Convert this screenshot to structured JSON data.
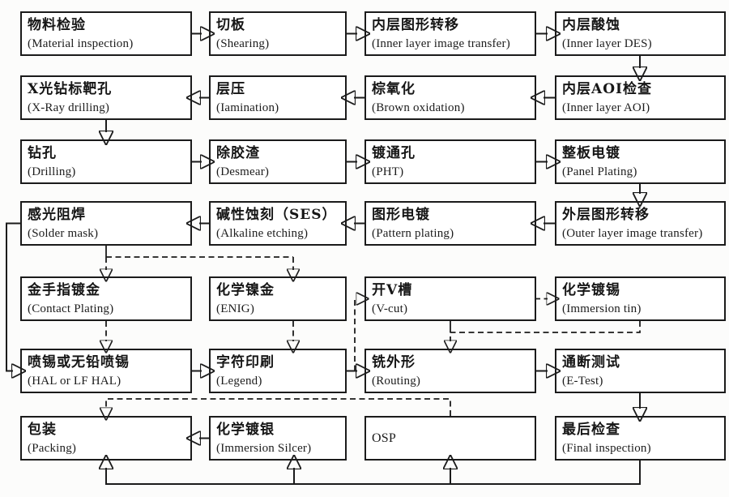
{
  "diagram_type": "flowchart",
  "palette": {
    "line": "#1b1b1b",
    "box_background": "#ffffff",
    "page_background": "#fcfcfb"
  },
  "boxes": [
    {
      "id": "material-inspection",
      "zh": "物料检验",
      "en": "(Material inspection)"
    },
    {
      "id": "shearing",
      "zh": "切板",
      "en": "(Shearing)"
    },
    {
      "id": "inner-layer-image-transfer",
      "zh": "内层图形转移",
      "en": "(Inner layer image transfer)"
    },
    {
      "id": "inner-layer-des",
      "zh": "内层酸蚀",
      "en": "(Inner layer DES)"
    },
    {
      "id": "x-ray-drilling",
      "zh": "X光钻标靶孔",
      "en": "(X-Ray drilling)"
    },
    {
      "id": "lamination",
      "zh": "层压",
      "en": "(Iamination)"
    },
    {
      "id": "brown-oxidation",
      "zh": "棕氧化",
      "en": "(Brown oxidation)"
    },
    {
      "id": "inner-layer-aoi",
      "zh": "内层AOI检查",
      "en": "(Inner layer AOI)"
    },
    {
      "id": "drilling",
      "zh": "钻孔",
      "en": "(Drilling)"
    },
    {
      "id": "desmear",
      "zh": "除胶渣",
      "en": "(Desmear)"
    },
    {
      "id": "pht",
      "zh": "镀通孔",
      "en": "(PHT)"
    },
    {
      "id": "panel-plating",
      "zh": "整板电镀",
      "en": "(Panel Plating)"
    },
    {
      "id": "solder-mask",
      "zh": "感光阻焊",
      "en": "(Solder mask)"
    },
    {
      "id": "alkaline-etching",
      "zh": "碱性蚀刻（SES）",
      "en": "(Alkaline etching)"
    },
    {
      "id": "pattern-plating",
      "zh": "图形电镀",
      "en": "(Pattern plating)"
    },
    {
      "id": "outer-layer-image-transfer",
      "zh": "外层图形转移",
      "en": "(Outer layer image transfer)"
    },
    {
      "id": "contact-plating",
      "zh": "金手指镀金",
      "en": "(Contact Plating)"
    },
    {
      "id": "enig",
      "zh": "化学镍金",
      "en": "(ENIG)"
    },
    {
      "id": "v-cut",
      "zh": "开V槽",
      "en": "(V-cut)"
    },
    {
      "id": "immersion-tin",
      "zh": "化学镀锡",
      "en": "(Immersion tin)"
    },
    {
      "id": "hal",
      "zh": "喷锡或无铅喷锡",
      "en": "(HAL or LF HAL)"
    },
    {
      "id": "legend",
      "zh": "字符印刷",
      "en": "(Legend)"
    },
    {
      "id": "routing",
      "zh": "铣外形",
      "en": "(Routing)"
    },
    {
      "id": "e-test",
      "zh": "通断测试",
      "en": "(E-Test)"
    },
    {
      "id": "packing",
      "zh": "包装",
      "en": "(Packing)"
    },
    {
      "id": "immersion-silver",
      "zh": "化学镀银",
      "en": "(Immersion Silcer)"
    },
    {
      "id": "osp",
      "zh": "",
      "en": "OSP"
    },
    {
      "id": "final-inspection",
      "zh": "最后检查",
      "en": "(Final inspection)"
    }
  ],
  "connections": [
    {
      "from": "material-inspection",
      "to": "shearing",
      "style": "solid"
    },
    {
      "from": "shearing",
      "to": "inner-layer-image-transfer",
      "style": "solid"
    },
    {
      "from": "inner-layer-image-transfer",
      "to": "inner-layer-des",
      "style": "solid"
    },
    {
      "from": "inner-layer-des",
      "to": "inner-layer-aoi",
      "style": "solid"
    },
    {
      "from": "inner-layer-aoi",
      "to": "brown-oxidation",
      "style": "solid"
    },
    {
      "from": "brown-oxidation",
      "to": "lamination",
      "style": "solid"
    },
    {
      "from": "lamination",
      "to": "x-ray-drilling",
      "style": "solid"
    },
    {
      "from": "x-ray-drilling",
      "to": "drilling",
      "style": "solid"
    },
    {
      "from": "drilling",
      "to": "desmear",
      "style": "solid"
    },
    {
      "from": "desmear",
      "to": "pht",
      "style": "solid"
    },
    {
      "from": "pht",
      "to": "panel-plating",
      "style": "solid"
    },
    {
      "from": "panel-plating",
      "to": "outer-layer-image-transfer",
      "style": "solid"
    },
    {
      "from": "outer-layer-image-transfer",
      "to": "pattern-plating",
      "style": "solid"
    },
    {
      "from": "pattern-plating",
      "to": "alkaline-etching",
      "style": "solid"
    },
    {
      "from": "alkaline-etching",
      "to": "solder-mask",
      "style": "solid"
    },
    {
      "from": "solder-mask",
      "to": "hal",
      "style": "solid"
    },
    {
      "from": "solder-mask",
      "to": "contact-plating",
      "style": "dashed"
    },
    {
      "from": "solder-mask",
      "to": "enig",
      "style": "dashed"
    },
    {
      "from": "contact-plating",
      "to": "hal",
      "style": "dashed"
    },
    {
      "from": "enig",
      "to": "legend",
      "style": "dashed"
    },
    {
      "from": "hal",
      "to": "legend",
      "style": "solid"
    },
    {
      "from": "legend",
      "to": "routing",
      "style": "solid"
    },
    {
      "from": "legend",
      "to": "v-cut",
      "style": "dashed"
    },
    {
      "from": "v-cut",
      "to": "immersion-tin",
      "style": "dashed"
    },
    {
      "from": "v-cut",
      "to": "routing",
      "style": "solid"
    },
    {
      "from": "immersion-tin",
      "to": "routing",
      "style": "dashed"
    },
    {
      "from": "routing",
      "to": "e-test",
      "style": "solid"
    },
    {
      "from": "e-test",
      "to": "final-inspection",
      "style": "solid"
    },
    {
      "from": "final-inspection",
      "to": "packing",
      "style": "solid"
    },
    {
      "from": "final-inspection",
      "to": "immersion-silver",
      "style": "solid"
    },
    {
      "from": "final-inspection",
      "to": "osp",
      "style": "solid"
    },
    {
      "from": "immersion-silver",
      "to": "packing",
      "style": "solid"
    },
    {
      "from": "osp",
      "to": "packing",
      "style": "dashed"
    }
  ]
}
